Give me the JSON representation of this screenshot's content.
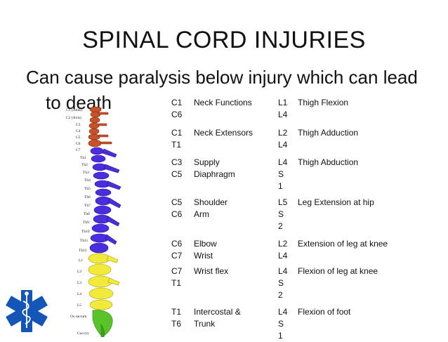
{
  "title": "SPINAL CORD INJURIES",
  "subtitle": {
    "line1": "Can cause paralysis below injury which can lead",
    "line2": "to death"
  },
  "spine_labels": {
    "c1": "C1 (Atlas)",
    "c2": "C2 (Axis)",
    "c3": "C3",
    "c4": "C4",
    "c5": "C5",
    "c6": "C6",
    "c7": "C7",
    "t1": "Th1",
    "t2": "Th2",
    "t3": "Th3",
    "t4": "Th4",
    "t5": "Th5",
    "t6": "Th6",
    "t7": "Th7",
    "t8": "Th8",
    "t9": "Th9",
    "t10": "Th10",
    "t11": "Th11",
    "t12": "Th12",
    "l1": "L1",
    "l2": "L2",
    "l3": "L3",
    "l4": "L4",
    "l5": "L5",
    "sacrum": "Os sacrum",
    "coccyx": "Coccyx"
  },
  "rows": [
    {
      "lvl1": [
        "C1",
        "C6"
      ],
      "func1": [
        "Neck Functions"
      ],
      "lvl2": [
        "L1",
        "L4"
      ],
      "func2": "Thigh Flexion"
    },
    {
      "lvl1": [
        "C1",
        "T1"
      ],
      "func1": [
        "Neck Extensors"
      ],
      "lvl2": [
        "L2",
        "L4"
      ],
      "func2": "Thigh Adduction"
    },
    {
      "lvl1": [
        "C3",
        "C5"
      ],
      "func1": [
        "Supply",
        "Diaphragm"
      ],
      "lvl2": [
        "L4",
        "S",
        "1"
      ],
      "func2": "Thigh Abduction"
    },
    {
      "lvl1": [
        "C5",
        "C6"
      ],
      "func1": [
        "Shoulder",
        "Arm"
      ],
      "lvl2": [
        "L5",
        "S",
        "2"
      ],
      "func2": "Leg Extension at hip"
    },
    {
      "lvl1": [
        "C6",
        "C7"
      ],
      "func1": [
        "Elbow",
        "Wrist"
      ],
      "lvl2": [
        "L2",
        "L4"
      ],
      "func2": "Extension of leg at knee"
    },
    {
      "lvl1": [
        "C7",
        "T1"
      ],
      "func1": [
        "Wrist flex"
      ],
      "lvl2": [
        "L4",
        "S",
        "2"
      ],
      "func2": "Flexion of leg at knee"
    },
    {
      "lvl1": [
        "T1",
        "T6"
      ],
      "func1": [
        "Intercostal &",
        "Trunk"
      ],
      "lvl2": [
        "L4",
        "S",
        "1"
      ],
      "func2": "Flexion of foot"
    }
  ],
  "colors": {
    "cervical": "#c8512a",
    "thoracic": "#4b2de0",
    "lumbar": "#f2ea3a",
    "sacral": "#59c42a",
    "star": "#1456b8"
  }
}
